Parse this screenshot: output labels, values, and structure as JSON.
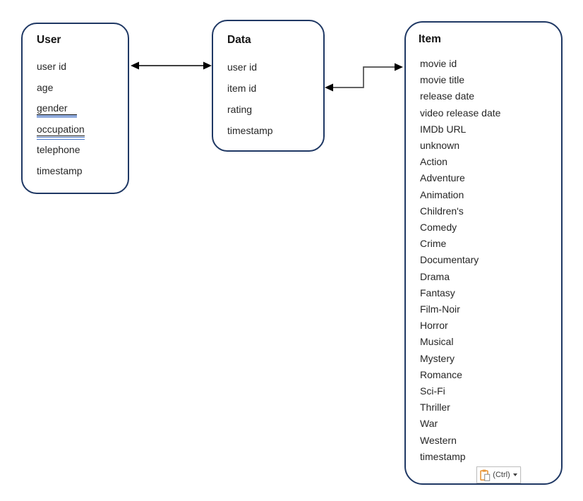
{
  "diagram": {
    "boxes": [
      {
        "title": "User",
        "fields": [
          "user id",
          "age",
          "gender",
          "occupation",
          "telephone",
          "timestamp"
        ]
      },
      {
        "title": "Data",
        "fields": [
          "user id",
          "item id",
          "rating",
          "timestamp"
        ]
      },
      {
        "title": "Item",
        "fields": [
          "movie id",
          "movie title",
          "release date",
          "video release date",
          "IMDb URL",
          "unknown",
          "Action",
          "Adventure",
          "Animation",
          "Children's",
          "Comedy",
          "Crime",
          "Documentary",
          "Drama",
          "Fantasy",
          "Film-Noir",
          "Horror",
          "Musical",
          "Mystery",
          "Romance",
          "Sci-Fi",
          "Thriller",
          "War",
          "Western",
          "timestamp"
        ]
      }
    ],
    "relationships": [
      {
        "from": "User",
        "to": "Data",
        "type": "double-headed-arrow",
        "style": "straight"
      },
      {
        "from": "Data",
        "to": "Item",
        "type": "double-headed-arrow",
        "style": "stepped"
      }
    ],
    "colors": {
      "box_border": "#1f3864",
      "arrow_black": "#000000",
      "connector_gray": "#4d4d4d",
      "underline_blue_thick": "#8faadc",
      "underline_blue_double": "#4472c4"
    }
  },
  "paste_options": {
    "label": "(Ctrl)",
    "icon": "clipboard-paste-icon",
    "icon_color": "#e8973b"
  }
}
